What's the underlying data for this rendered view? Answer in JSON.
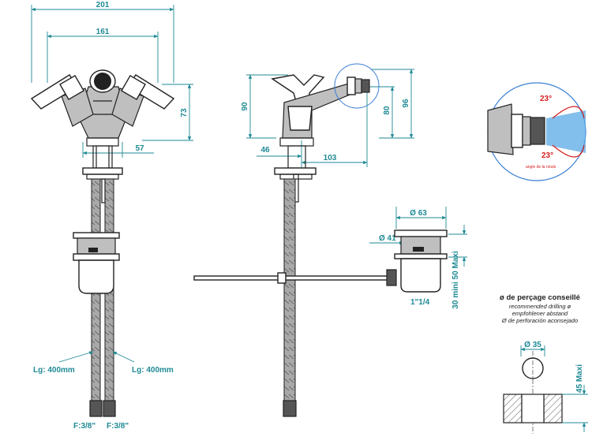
{
  "dimensions": {
    "overall_width": "201",
    "handles_width": "161",
    "height_front": "73",
    "spout_base": "57",
    "side_height_left": "90",
    "side_height_80": "80",
    "side_height_96": "96",
    "side_offset_46": "46",
    "side_reach": "103",
    "angle_top": "23°",
    "angle_bottom": "23°",
    "angle_caption": "angle de la rotule",
    "waste_outer": "Ø 63",
    "waste_inner": "Ø 41",
    "waste_range": "30 mini 50 Maxi",
    "waste_thread": "1\"1/4",
    "hole_dia": "Ø 35",
    "deck_max": "45 Maxi"
  },
  "hoses": {
    "left_length": "Lg: 400mm",
    "right_length": "Lg: 400mm",
    "left_thread": "F:3/8\"",
    "right_thread": "F:3/8\""
  },
  "drilling_note": {
    "title": "ø de perçage conseillé",
    "line_en": "recommended drilling ø",
    "line_de": "empfohlener abstand",
    "line_es": "Ø de perforación aconsejado"
  },
  "colors": {
    "dimension": "#1f8a95",
    "outline": "#222222",
    "detail_circle": "#3a7fd6",
    "angle": "#d62020",
    "spray": "#5aa9e6"
  }
}
